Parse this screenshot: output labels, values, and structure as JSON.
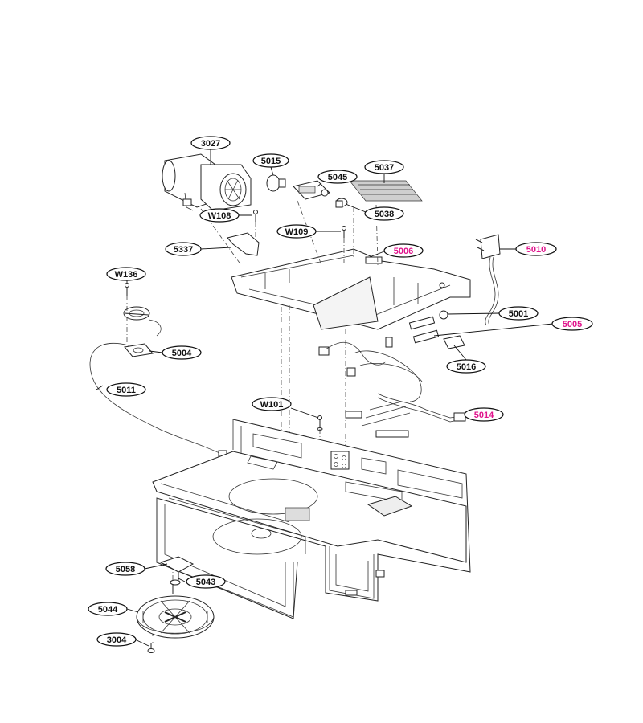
{
  "colors": {
    "line": "#222222",
    "highlight": "#e0148c"
  },
  "labels": {
    "l3027": "3027",
    "l5015": "5015",
    "l5045": "5045",
    "l5037": "5037",
    "l5038": "5038",
    "lW108": "W108",
    "lW109": "W109",
    "l5337": "5337",
    "l5006": "5006",
    "l5010": "5010",
    "lW136": "W136",
    "l5001": "5001",
    "l5005": "5005",
    "l5004": "5004",
    "l5016": "5016",
    "l5011": "5011",
    "lW101": "W101",
    "l5014": "5014",
    "l5058": "5058",
    "l5043": "5043",
    "l5044": "5044",
    "l3004": "3004"
  }
}
